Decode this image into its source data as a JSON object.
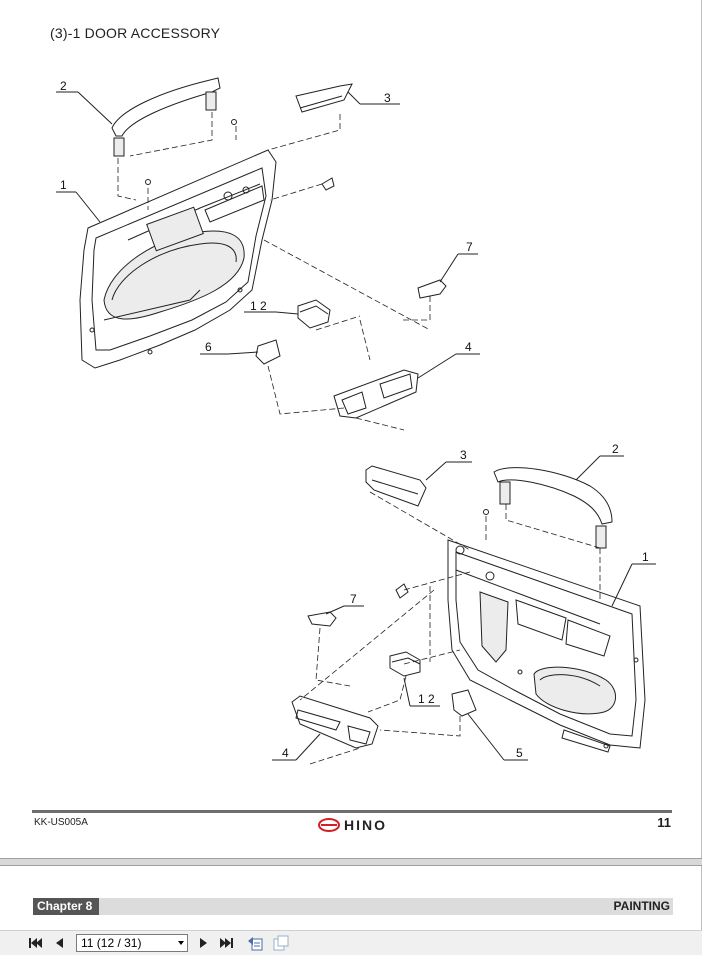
{
  "page1": {
    "title": "(3)-1  DOOR ACCESSORY",
    "doc_code": "KK-US005A",
    "logo_text": "HINO",
    "page_number": "11",
    "callouts_upper": [
      "2",
      "3",
      "1",
      "7",
      "1 2",
      "6",
      "4"
    ],
    "callouts_lower": [
      "3",
      "2",
      "1",
      "7",
      "1 2",
      "4",
      "5"
    ]
  },
  "page2": {
    "chapter_label": "Chapter 8",
    "section_label": "PAINTING"
  },
  "toolbar": {
    "page_indicator": "11 (12 / 31)",
    "icons": [
      "first-page-icon",
      "previous-page-icon",
      "next-page-icon",
      "last-page-icon",
      "go-back-view-icon",
      "go-forward-view-icon"
    ]
  },
  "colors": {
    "chapter_tag_bg": "#555555",
    "chapter_bar_bg": "#dcdcdc",
    "footer_rule": "#6e6e6e",
    "logo_red": "#d32027"
  }
}
